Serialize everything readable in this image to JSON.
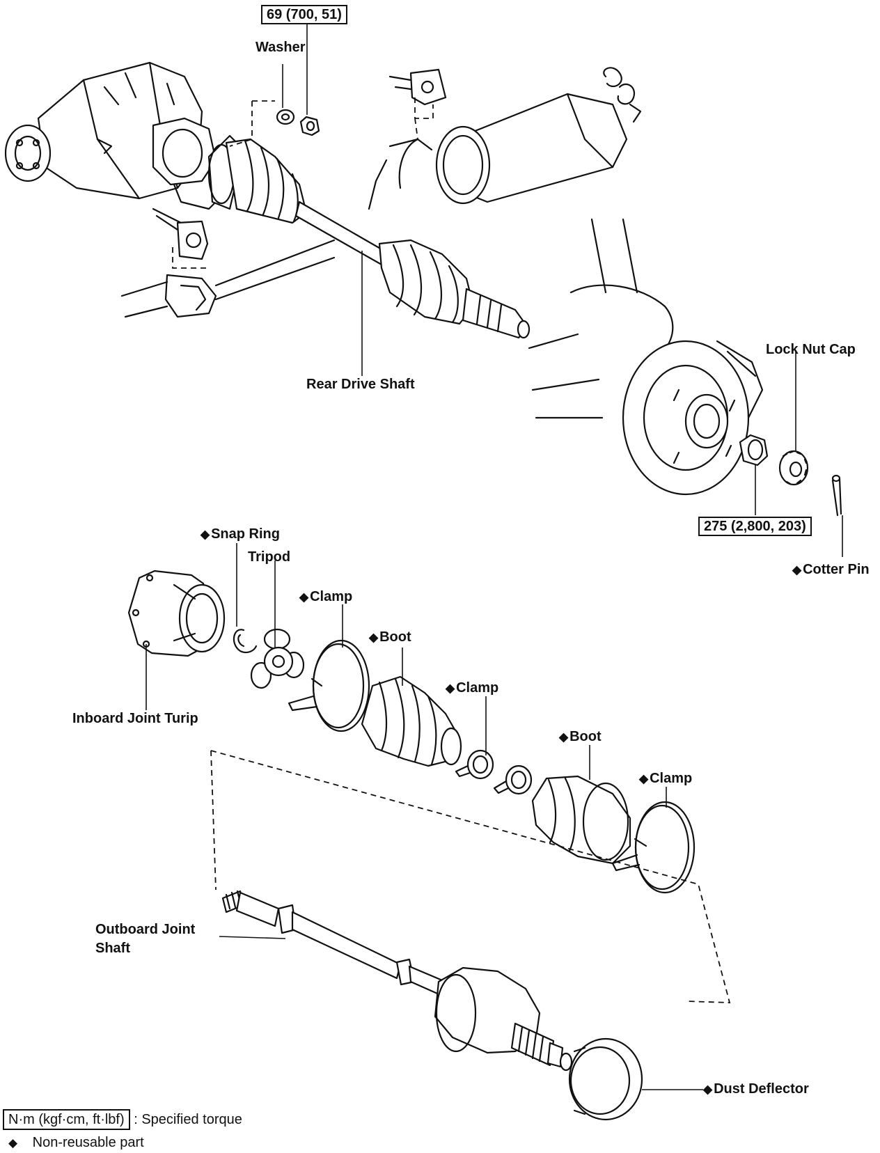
{
  "torque_labels": {
    "diff_nut": "69 (700, 51)",
    "hub_nut": "275 (2,800, 203)"
  },
  "parts": {
    "washer": "Washer",
    "rear_drive_shaft": "Rear Drive Shaft",
    "lock_nut_cap": "Lock Nut Cap",
    "cotter_pin": "Cotter Pin",
    "snap_ring": "Snap Ring",
    "tripod": "Tripod",
    "clamp": "Clamp",
    "boot": "Boot",
    "inboard_joint_tulip": "Inboard Joint Turip",
    "outboard_joint_shaft_1": "Outboard Joint",
    "outboard_joint_shaft_2": "Shaft",
    "dust_deflector": "Dust Deflector"
  },
  "symbols": {
    "non_reusable": "◆"
  },
  "legend": {
    "torque_unit_box": "N·m (kgf·cm, ft·lbf)",
    "torque_desc": ":  Specified torque",
    "non_reusable_desc": "Non-reusable part"
  }
}
